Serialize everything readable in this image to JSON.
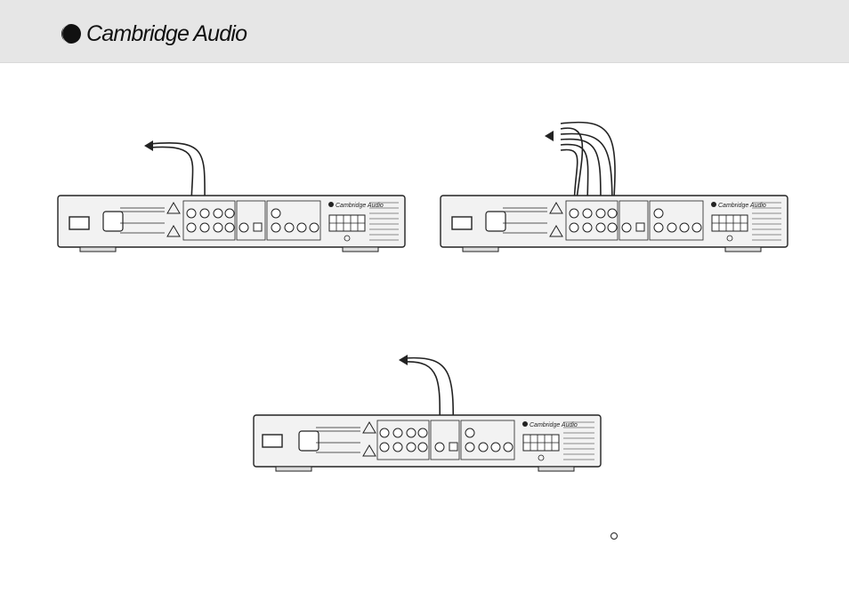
{
  "header": {
    "brand_text": "Cambridge Audio",
    "logo_icon": "cambridge-audio-logo-icon",
    "background": "#e6e6e6"
  },
  "diagrams": [
    {
      "id": "diagram-1",
      "panel_brand": "Cambridge Audio",
      "cables": 2
    },
    {
      "id": "diagram-2",
      "panel_brand": "Cambridge Audio",
      "cables": 6
    },
    {
      "id": "diagram-3",
      "panel_brand": "Cambridge Audio",
      "cables": 2
    }
  ],
  "colors": {
    "line": "#222222",
    "panel_fill": "#f2f2f2",
    "header_bg": "#e6e6e6"
  }
}
